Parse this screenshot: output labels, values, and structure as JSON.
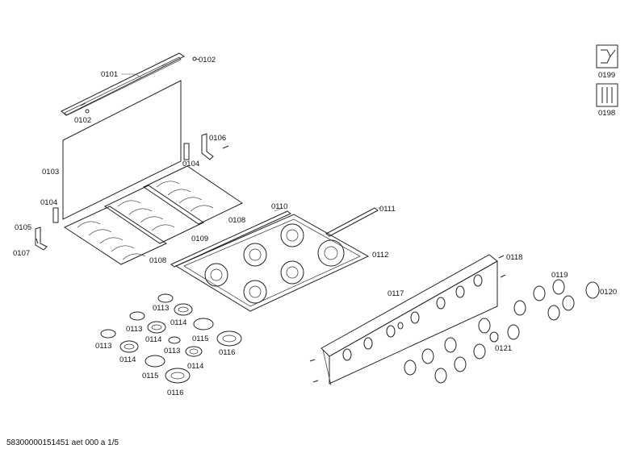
{
  "labels": {
    "p0101": "0101",
    "p0102a": "0102",
    "p0102b": "0102",
    "p0103": "0103",
    "p0104a": "0104",
    "p0104b": "0104",
    "p0105": "0105",
    "p0106": "0106",
    "p0107": "0107",
    "p0108a": "0108",
    "p0108b": "0108",
    "p0109": "0109",
    "p0110": "0110",
    "p0111": "0111",
    "p0112": "0112",
    "p0113a": "0113",
    "p0113b": "0113",
    "p0113c": "0113",
    "p0114a": "0114",
    "p0114b": "0114",
    "p0114c": "0114",
    "p0115a": "0115",
    "p0115b": "0115",
    "p0116a": "0116",
    "p0116b": "0116",
    "p0117": "0117",
    "p0118": "0118",
    "p0119": "0119",
    "p0120": "0120",
    "p0121": "0121",
    "p0199": "0199",
    "p0198": "0198"
  },
  "icons": {
    "service": "wrench-icon",
    "tools": "screwdriver-icon"
  },
  "footer": {
    "code": "58300000151451 aet 000 a 1/5"
  }
}
